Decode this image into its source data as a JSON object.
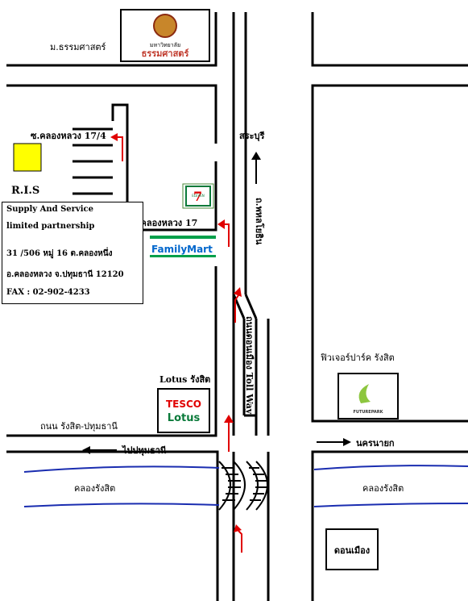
{
  "labels": {
    "thammasat_road": "ม.ธรรมศาสตร์",
    "thammasat_logo_top": "มหาวิทยาลัย",
    "thammasat_logo_name": "ธรรมศาสตร์",
    "saraburi": "สระบุรี",
    "phahon_road": "ถ.พหลโยธิน",
    "soi_17_4": "ซ.คลองหลวง 17/4",
    "ris": "R.I.S",
    "soi_17": "ซอยคลองหลวง 17",
    "seven_eleven": "ELEVEN",
    "familymart": "FamilyMart",
    "tollway": "ถนนดอนเมือง Toll Way",
    "future_park_label": "ฟิวเจอร์ปาร์ค รังสิต",
    "future_park_logo": "FUTUREPARK",
    "lotus_label": "Lotus รังสิต",
    "tesco": "TESCO",
    "lotus": "Lotus",
    "rangsit_pathum_road": "ถนน รังสิต-ปทุมธานี",
    "to_pathum": "ไปปทุมธานี",
    "nakhon_nayok": "นครนายก",
    "canal_left": "คลองรังสิต",
    "canal_right": "คลองรังสิต",
    "don_mueang": "ดอนเมือง"
  },
  "info": {
    "line1": "Supply And  Service",
    "line2": "limited partnership",
    "line3": "31 /506 หมู่ 16 ต.คลองหนึ่ง",
    "line4": "อ.คลองหลวง จ.ปทุมธานี   12120",
    "line5": "FAX : 02-902-4233"
  },
  "colors": {
    "arrow_red": "#e00000",
    "canal_blue": "#1a2db0",
    "ris_marker": "#ffff00",
    "familymart_green": "#00a04a",
    "familymart_blue": "#0066cc",
    "future_green": "#8dc63f"
  }
}
